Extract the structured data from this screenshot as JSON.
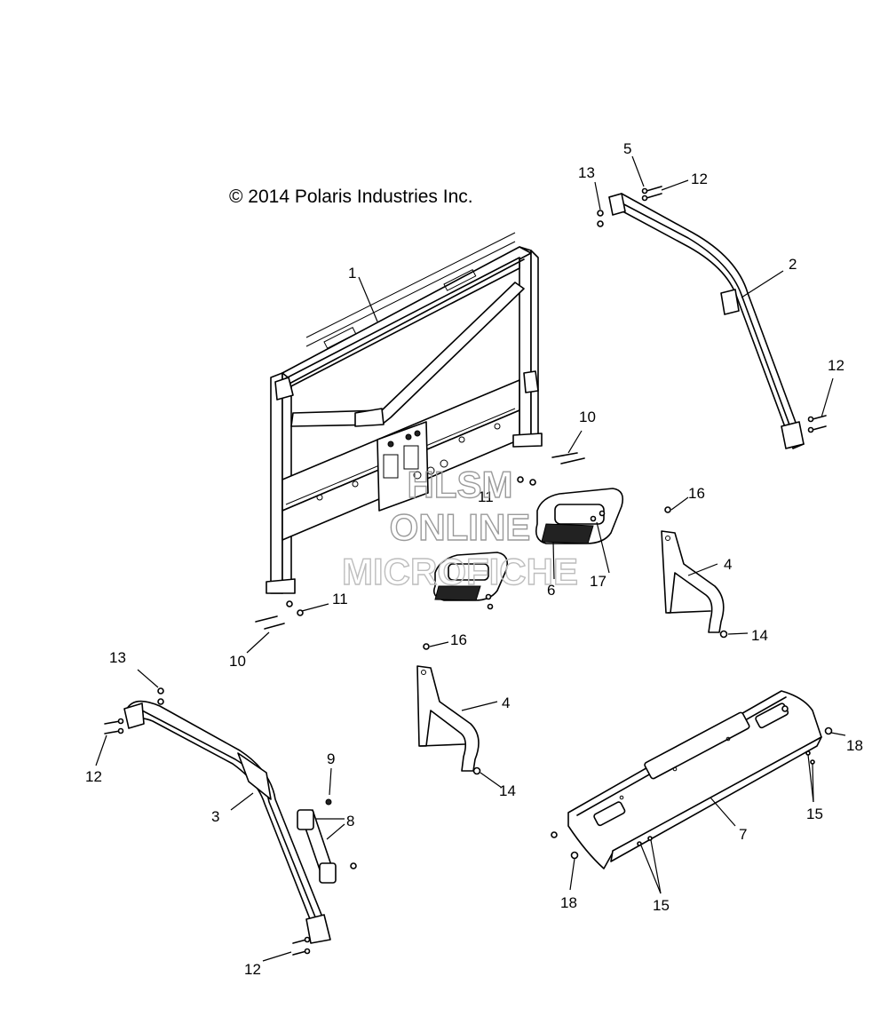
{
  "copyright": "© 2014 Polaris Industries Inc.",
  "watermark": [
    "HLSM",
    "ONLINE",
    "MICROFICHE"
  ],
  "callouts": [
    {
      "id": "c1",
      "label": "1"
    },
    {
      "id": "c2",
      "label": "2"
    },
    {
      "id": "c3",
      "label": "3"
    },
    {
      "id": "c4a",
      "label": "4"
    },
    {
      "id": "c4b",
      "label": "4"
    },
    {
      "id": "c5",
      "label": "5"
    },
    {
      "id": "c6",
      "label": "6"
    },
    {
      "id": "c7",
      "label": "7"
    },
    {
      "id": "c8",
      "label": "8"
    },
    {
      "id": "c9",
      "label": "9"
    },
    {
      "id": "c10a",
      "label": "10"
    },
    {
      "id": "c10b",
      "label": "10"
    },
    {
      "id": "c11a",
      "label": "11"
    },
    {
      "id": "c11b",
      "label": "11"
    },
    {
      "id": "c12a",
      "label": "12"
    },
    {
      "id": "c12b",
      "label": "12"
    },
    {
      "id": "c12c",
      "label": "12"
    },
    {
      "id": "c12d",
      "label": "12"
    },
    {
      "id": "c13a",
      "label": "13"
    },
    {
      "id": "c13b",
      "label": "13"
    },
    {
      "id": "c14a",
      "label": "14"
    },
    {
      "id": "c14b",
      "label": "14"
    },
    {
      "id": "c15a",
      "label": "15"
    },
    {
      "id": "c15b",
      "label": "15"
    },
    {
      "id": "c16a",
      "label": "16"
    },
    {
      "id": "c16b",
      "label": "16"
    },
    {
      "id": "c17",
      "label": "17"
    },
    {
      "id": "c18a",
      "label": "18"
    },
    {
      "id": "c18b",
      "label": "18"
    }
  ]
}
